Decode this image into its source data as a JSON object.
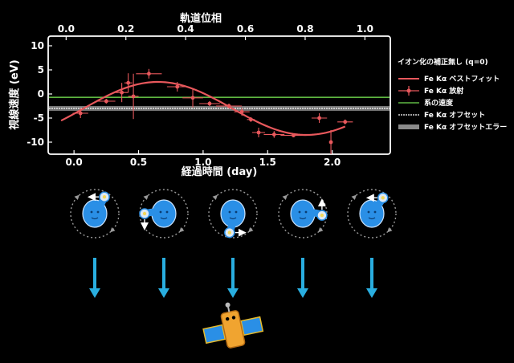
{
  "chart_data": {
    "type": "scatter",
    "xlabel": "経過時間 (day)",
    "ylabel": "視線速度 (eV)",
    "top_xlabel": "軌道位相",
    "xlim": [
      -0.2,
      2.45
    ],
    "ylim": [
      -12.5,
      12
    ],
    "top_xlim": [
      -0.06,
      1.085
    ],
    "x_ticks": [
      0.0,
      0.5,
      1.0,
      1.5,
      2.0
    ],
    "x_tick_labels": [
      "0.0",
      "0.5",
      "1.0",
      "1.5",
      "2.0"
    ],
    "top_ticks": [
      0.0,
      0.2,
      0.4,
      0.6,
      0.8,
      1.0
    ],
    "top_tick_labels": [
      "0.0",
      "0.2",
      "0.4",
      "0.6",
      "0.8",
      "1.0"
    ],
    "y_ticks": [
      -10,
      -5,
      0,
      5,
      10
    ],
    "y_tick_labels": [
      "-10",
      "-5",
      "0",
      "5",
      "10"
    ],
    "grid": false,
    "legend_position": "right",
    "legend_title": "イオン化の補正無し (q=0)",
    "series": [
      {
        "name": "Fe Kα ベストフィット",
        "kind": "fit",
        "color": "#e8585c",
        "amplitude": 5.5,
        "offset": -3.0,
        "period": 2.3,
        "peak_x": 0.65,
        "x_range": [
          -0.1,
          2.1
        ]
      },
      {
        "name": "Fe Kα 放射",
        "kind": "data",
        "color": "#e8585c",
        "points": [
          {
            "x": 0.05,
            "y": -4.0,
            "xerr": 0.06,
            "yerr": 1.0
          },
          {
            "x": 0.25,
            "y": -1.5,
            "xerr": 0.07,
            "yerr": 0.5
          },
          {
            "x": 0.37,
            "y": 0.3,
            "xerr": 0.05,
            "yerr": 2.0
          },
          {
            "x": 0.42,
            "y": 2.3,
            "xerr": 0.03,
            "yerr": 2.0
          },
          {
            "x": 0.46,
            "y": -0.5,
            "xerr": 0.04,
            "yerr": 4.7
          },
          {
            "x": 0.58,
            "y": 4.2,
            "xerr": 0.1,
            "yerr": 1.0
          },
          {
            "x": 0.8,
            "y": 1.5,
            "xerr": 0.08,
            "yerr": 1.0
          },
          {
            "x": 0.92,
            "y": -0.8,
            "xerr": 0.08,
            "yerr": 2.0
          },
          {
            "x": 1.05,
            "y": -2.0,
            "xerr": 0.08,
            "yerr": 0.5
          },
          {
            "x": 1.2,
            "y": -2.5,
            "xerr": 0.1,
            "yerr": 0.5
          },
          {
            "x": 1.3,
            "y": -3.7,
            "xerr": 0.06,
            "yerr": 0.8
          },
          {
            "x": 1.37,
            "y": -5.3,
            "xerr": 0.03,
            "yerr": 0.5
          },
          {
            "x": 1.43,
            "y": -8.0,
            "xerr": 0.05,
            "yerr": 1.0
          },
          {
            "x": 1.55,
            "y": -8.4,
            "xerr": 0.08,
            "yerr": 0.7
          },
          {
            "x": 1.7,
            "y": -8.6,
            "xerr": 0.1,
            "yerr": 0.4
          },
          {
            "x": 1.9,
            "y": -5.0,
            "xerr": 0.06,
            "yerr": 1.0
          },
          {
            "x": 1.99,
            "y": -10.0,
            "xerr": 0.01,
            "yerr": 2.5
          },
          {
            "x": 2.1,
            "y": -5.8,
            "xerr": 0.06,
            "yerr": 0.5
          }
        ]
      },
      {
        "name": "系の速度",
        "kind": "hline",
        "y": -0.7,
        "color": "#5fb842"
      },
      {
        "name": "Fe Kα オフセット",
        "kind": "hline",
        "y": -3.0,
        "color": "#ffffff"
      },
      {
        "name": "Fe Kα オフセットエラー",
        "kind": "band",
        "y": [
          -3.5,
          -2.5
        ],
        "color": "#8a8a8a"
      }
    ]
  },
  "illustration": {
    "orbit_stages": 5,
    "planet_color": "#2a8fe6",
    "orbit_color": "#9a9a9a",
    "arrow_color": "#29aee0",
    "satellite_color": "#f0a430"
  }
}
